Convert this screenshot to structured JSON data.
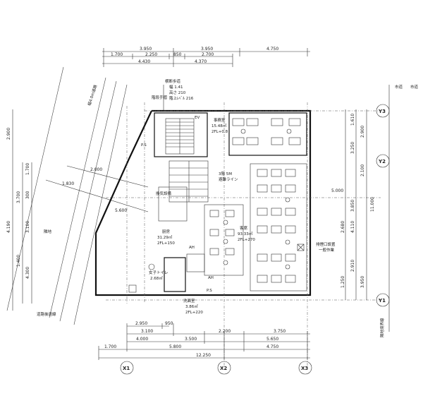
{
  "dims": {
    "top_row1": [
      "3.950",
      "3.950",
      "4.750"
    ],
    "top_row2": [
      "1.700",
      "2.250",
      "850",
      "2.700"
    ],
    "top_row3": [
      "4.430",
      "4.370"
    ],
    "bottom_row1": [
      "2.950",
      "950"
    ],
    "bottom_row2": [
      "3.100",
      "2.200",
      "3.750"
    ],
    "bottom_row3": [
      "4.000",
      "3.500",
      "5.650"
    ],
    "bottom_row4": [
      "1.700",
      "5.800",
      "4.750"
    ],
    "bottom_total": "12.250",
    "left_vertical": [
      "2.900",
      "1.700",
      "3.700",
      "300",
      "3.100",
      "4.190",
      "1.400",
      "4.300"
    ],
    "right_vertical": [
      "1.610",
      "2.900",
      "3.250",
      "2.100",
      "5.000",
      "3.850",
      "11.000",
      "2.680",
      "4.110",
      "2.910",
      "1.250",
      "3.950"
    ],
    "diagonal": [
      "2.000",
      "1.830",
      "5.600"
    ]
  },
  "axes": {
    "x": [
      "X1",
      "X2",
      "X3"
    ],
    "y": [
      "Y3",
      "Y2",
      "Y1"
    ]
  },
  "rooms": {
    "ev": "EV",
    "ps_upper": "P.S",
    "ps_lower": "P.S",
    "office": "事務室",
    "office_area": "15.48㎡",
    "office_occ": "2FL+0.8",
    "guest": "客席",
    "guest_area": "93.33㎡",
    "guest_occ": "2FL+270",
    "kitchen": "厨房",
    "kitchen_area": "31.29㎡",
    "kitchen_occ": "2FL+150",
    "toilet": "女子トイレ",
    "toilet_area": "2.68㎡",
    "cleaning": "洗面室",
    "cleaning_area": "3.86㎡",
    "cleaning_occ": "2FL+220",
    "stairs_note": "3階 5M",
    "stairs_note2": "避難ライン",
    "vent_note": "排煙口設置",
    "vent_note2": "一般作業",
    "hood_note": "換気設備",
    "ah": "AH",
    "ah2": "AH"
  },
  "notes": {
    "top_left_1": "横断歩道",
    "top_left_2": "幅 1.41",
    "top_left_3": "高さ 210",
    "top_left_4": "階上ﾚﾍﾞﾙ 216",
    "stair_label": "階段手摺",
    "road_top": "幅4.0m道路",
    "road_bottom": "道路後退線",
    "road_side": "隣地",
    "right_city": "市道",
    "right_city2": "市道",
    "right_boundary": "隣地境界線"
  }
}
